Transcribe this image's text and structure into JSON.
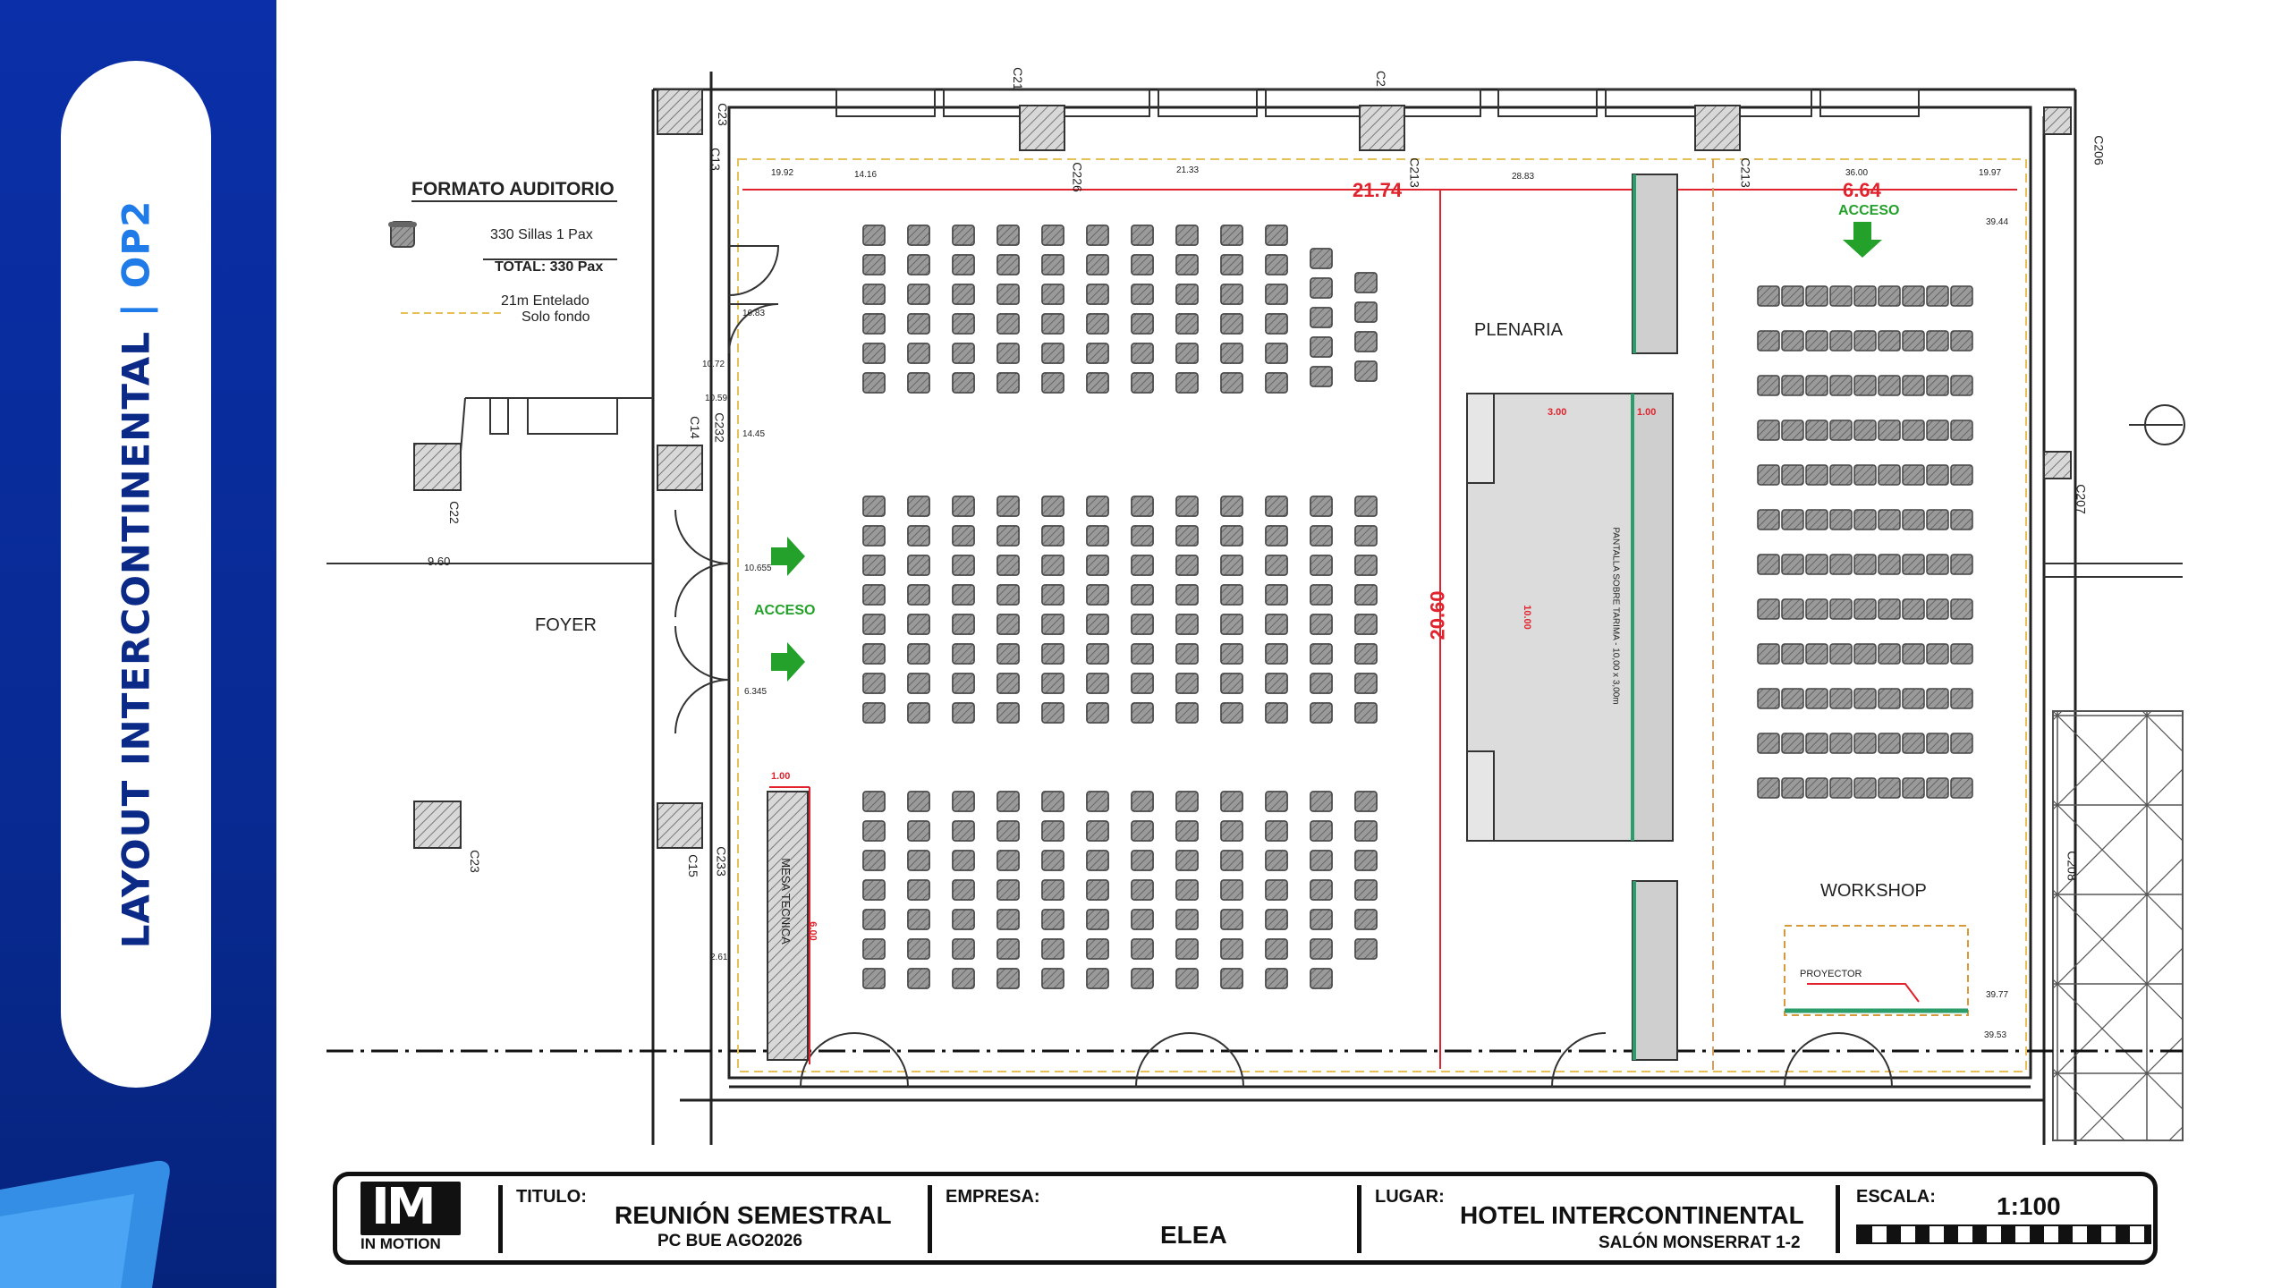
{
  "sidebar": {
    "title_part1": "LAYOUT INTERCONTINENTAL",
    "title_sep": " | ",
    "title_part2": "OP2"
  },
  "legend": {
    "heading": "FORMATO AUDITORIO",
    "chairs_line": "330 Sillas 1 Pax",
    "total_line": "TOTAL: 330 Pax",
    "drape_line1": "21m Entelado",
    "drape_line2": "Solo fondo"
  },
  "plan": {
    "foyer": "FOYER",
    "plenaria": "PLENARIA",
    "workshop": "WORKSHOP",
    "proyector": "PROYECTOR",
    "acceso": "ACCESO",
    "mesa_tecnica": "MESA TECNICA",
    "pantalla": "PANTALLA SOBRE TARIMA - 10,00 x 3,00m",
    "width_main": "21.74",
    "width_side": "6.64",
    "length_main": "20.60",
    "stage_w": "3.00",
    "stage_gap": "1.00",
    "stage_len": "10.00",
    "mesa_w": "1.00",
    "mesa_len": "6.00",
    "foyer_dim": "9.60",
    "columns": [
      "C23",
      "C13",
      "C232",
      "C14",
      "C22",
      "C23",
      "C15",
      "C233",
      "C226",
      "C213",
      "C213",
      "C206",
      "C207",
      "C208",
      "C21",
      "C2"
    ],
    "dims": [
      "14.16",
      "21.33",
      "28.83",
      "36.00",
      "19.92",
      "19.97",
      "14.45",
      "10.72",
      "16.83",
      "10.59",
      "6.345",
      "10.655",
      "2.61",
      "39.44",
      "39.53",
      "39.77"
    ]
  },
  "title_block": {
    "logo_top": "IM",
    "logo_bottom": "IN MOTION",
    "titulo_label": "TITULO:",
    "titulo_value": "REUNIÓN SEMESTRAL",
    "titulo_sub": "PC BUE AGO2026",
    "empresa_label": "EMPRESA:",
    "empresa_value": "ELEA",
    "lugar_label": "LUGAR:",
    "lugar_value": "HOTEL INTERCONTINENTAL",
    "lugar_sub": "SALÓN MONSERRAT 1-2",
    "escala_label": "ESCALA:",
    "escala_value": "1:100"
  },
  "colors": {
    "sidebar_blue": "#0a2fa8",
    "accent_light_blue": "#1e7be8",
    "dimension_red": "#e0232c",
    "access_green": "#23a12a",
    "drape_dash": "#e8c05a"
  }
}
